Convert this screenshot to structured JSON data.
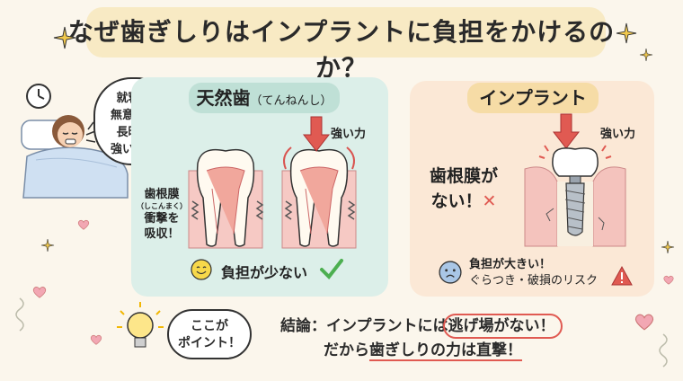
{
  "title": "なぜ歯ぎしりはインプラントに負担をかけるのか？",
  "sleep_bubble": {
    "line1": "就寝中",
    "line2": "無意識に",
    "line3": "長時間",
    "line4": "強い力！"
  },
  "natural": {
    "heading": "天然歯",
    "reading": "（てんねんし）",
    "force_label": "強い力",
    "pdl_line1": "歯根膜",
    "pdl_reading": "（しこんまく）",
    "pdl_line2": "衝撃を",
    "pdl_line3": "吸収！",
    "result": "負担が少ない"
  },
  "implant": {
    "heading": "インプラント",
    "force_label": "強い力",
    "pdl_line1": "歯根膜が",
    "pdl_line2": "ない！",
    "result_line1": "負担が大きい！",
    "result_line2": "ぐらつき・破損のリスク"
  },
  "point_bubble": {
    "line1": "ここが",
    "line2": "ポイント！"
  },
  "conclusion": {
    "label": "結論：",
    "line1_a": "インプラントには",
    "line1_hl": "逃げ場がない！",
    "line2_a": "だから",
    "line2_ul": "歯ぎしりの力は直撃！"
  },
  "colors": {
    "natural_panel": "#dcefe9",
    "implant_panel": "#fbe8d6",
    "accent_red": "#e05a52",
    "check_green": "#4caf50",
    "title_band": "#f7e6b3"
  }
}
